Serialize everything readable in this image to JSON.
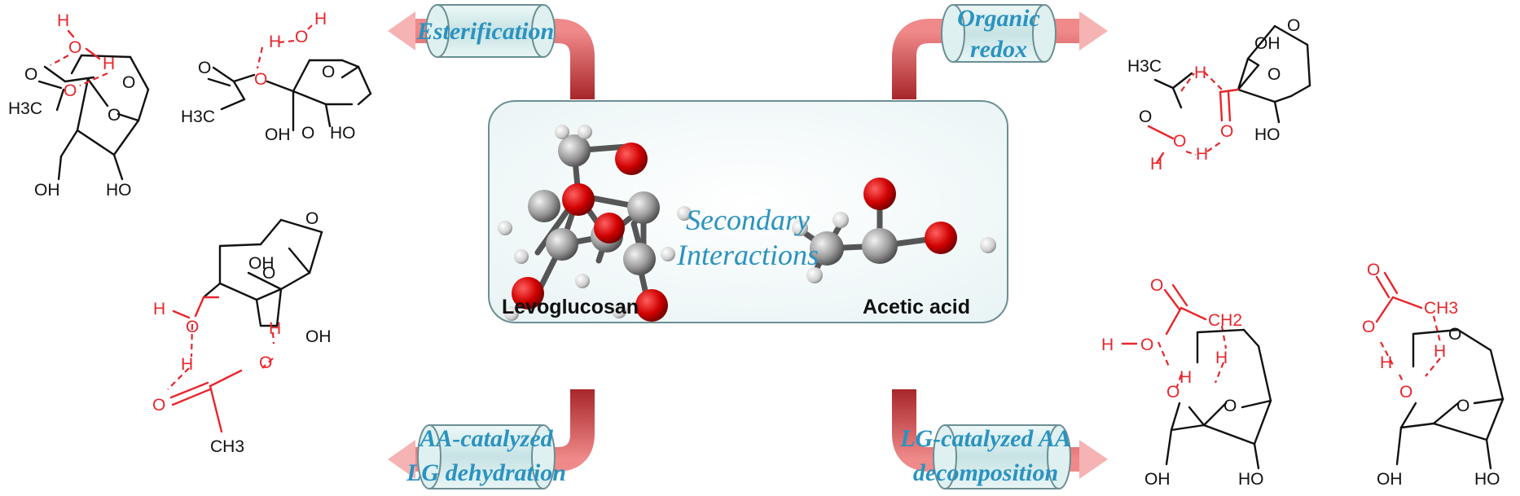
{
  "pathways": {
    "esterification": "Esterification",
    "organic_redox_line1": "Organic",
    "organic_redox_line2": "redox",
    "aa_dehydration_line1": "AA-catalyzed",
    "aa_dehydration_line2": "LG dehydration",
    "lg_decomposition_line1": "LG-catalyzed AA",
    "lg_decomposition_line2": "decomposition"
  },
  "center": {
    "title_line1": "Secondary",
    "title_line2": "Interactions",
    "molecule_left": "Levoglucosan",
    "molecule_right": "Acetic acid"
  },
  "atoms": {
    "O": "O",
    "H": "H",
    "OH": "OH",
    "HO": "HO",
    "H3C": "H3C",
    "CH3": "CH3",
    "CH2": "CH2"
  },
  "colors": {
    "label_blue": "#2a93c0",
    "hbond_red": "#e8262c",
    "arrow_dark": "#a8262a",
    "arrow_light": "#f6b3b3",
    "box_border": "#6b8f93"
  }
}
